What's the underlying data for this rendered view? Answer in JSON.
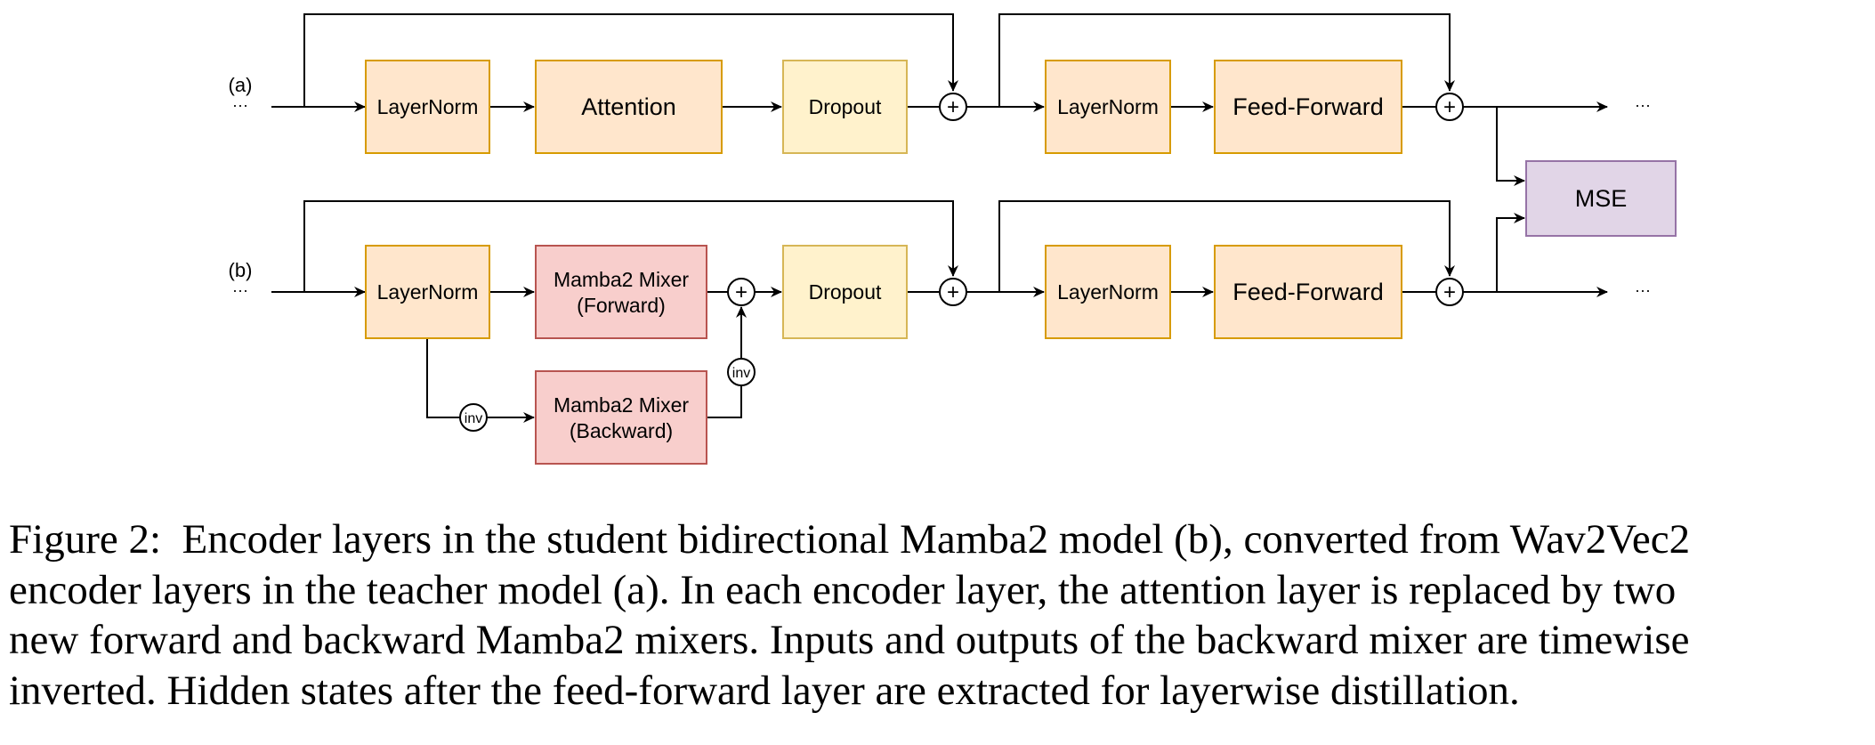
{
  "diagram": {
    "row_a": {
      "label": "(a)",
      "input_ellipsis": "···",
      "output_ellipsis": "···",
      "blocks": [
        "LayerNorm",
        "Attention",
        "Dropout",
        "LayerNorm",
        "Feed-Forward"
      ]
    },
    "row_b": {
      "label": "(b)",
      "input_ellipsis": "···",
      "output_ellipsis": "···",
      "blocks": [
        "LayerNorm",
        "Dropout",
        "LayerNorm",
        "Feed-Forward"
      ],
      "mixer_forward": [
        "Mamba2 Mixer",
        "(Forward)"
      ],
      "mixer_backward": [
        "Mamba2 Mixer",
        "(Backward)"
      ],
      "inv_label": "inv"
    },
    "sum_symbol": "+",
    "loss_label": "MSE",
    "colors": {
      "orange_fill": "#ffe6cc",
      "orange_stroke": "#d79b00",
      "yellow_fill": "#fff2cc",
      "yellow_stroke": "#d6b656",
      "red_fill": "#f8cecc",
      "red_stroke": "#b85450",
      "purple_fill": "#e1d5e7",
      "purple_stroke": "#9673a6"
    }
  },
  "caption": {
    "lines": [
      "Figure 2: Encoder layers in the student bidirectional Mamba2 model (b), converted from Wav2Vec2",
      "encoder layers in the teacher model (a). In each encoder layer, the attention layer is replaced by two",
      "new forward and backward Mamba2 mixers. Inputs and outputs of the backward mixer are timewise",
      "inverted. Hidden states after the feed-forward layer are extracted for layerwise distillation."
    ]
  }
}
